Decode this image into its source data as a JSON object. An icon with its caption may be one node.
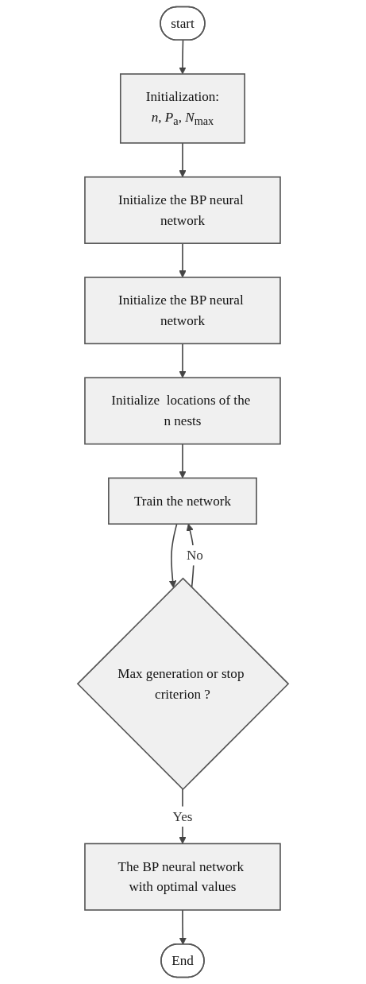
{
  "diagram": {
    "nodes": [
      {
        "text": [
          "start"
        ]
      },
      {
        "text": [
          "Initialization:",
          "*n*, *P*$_{a}$, *N*$_{max}$"
        ]
      },
      {
        "text": [
          "Initialize the BP neural network"
        ]
      },
      {
        "text": [
          "Initialize the BP neural network"
        ]
      },
      {
        "text": [
          "Initialize  locations of the n nests"
        ]
      },
      {
        "text": [
          "Train the network"
        ]
      },
      {
        "text": [
          "Max generation or stop criterion ?"
        ]
      },
      {
        "text": [
          "The BP neural network with optimal values"
        ]
      },
      {
        "text": [
          "End"
        ]
      }
    ],
    "edges": [
      {
        "from": 0,
        "to": 1,
        "arrow": "to"
      },
      {
        "from": 1,
        "to": 2,
        "arrow": "to"
      },
      {
        "from": 2,
        "to": 3,
        "arrow": "to"
      },
      {
        "from": 3,
        "to": 4,
        "arrow": "to"
      },
      {
        "from": 4,
        "to": 5,
        "arrow": "to"
      },
      {
        "from": 5,
        "to": 6,
        "arrow": "to"
      },
      {
        "from": 6,
        "to": 5,
        "label": "No",
        "arrow": "to"
      },
      {
        "from": 6,
        "to": 7,
        "label": "Yes",
        "arrow": "to"
      },
      {
        "from": 7,
        "to": 8,
        "arrow": "to"
      }
    ]
  }
}
